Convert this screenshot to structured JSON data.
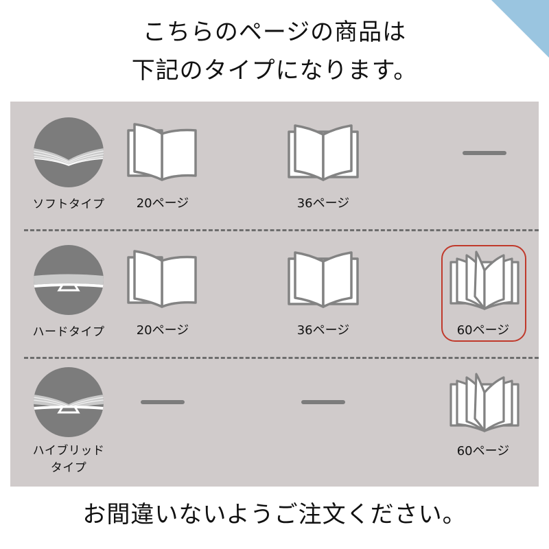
{
  "header": {
    "line1": "こちらのページの商品は",
    "line2": "下記のタイプになります。"
  },
  "decor": {
    "corner_color": "#9ac5e0",
    "panel_color": "#d0cbcb",
    "highlight_color": "#c0392b"
  },
  "rows": [
    {
      "type_label": "ソフトタイプ",
      "type_icon": "soft-binding-icon",
      "options": [
        {
          "pages": "20ページ",
          "available": true,
          "icon": "open-book-icon"
        },
        {
          "pages": "36ページ",
          "available": true,
          "icon": "open-book-icon"
        },
        {
          "pages": "—",
          "available": false,
          "icon": "not-available-dash"
        }
      ]
    },
    {
      "type_label": "ハードタイプ",
      "type_icon": "hard-binding-icon",
      "options": [
        {
          "pages": "20ページ",
          "available": true,
          "icon": "open-book-icon"
        },
        {
          "pages": "36ページ",
          "available": true,
          "icon": "open-book-icon"
        },
        {
          "pages": "60ページ",
          "available": true,
          "icon": "open-book-many-pages-icon",
          "highlighted": true
        }
      ]
    },
    {
      "type_label_line1": "ハイブリッド",
      "type_label_line2": "タイプ",
      "type_icon": "hybrid-binding-icon",
      "options": [
        {
          "pages": "—",
          "available": false,
          "icon": "not-available-dash"
        },
        {
          "pages": "—",
          "available": false,
          "icon": "not-available-dash"
        },
        {
          "pages": "60ページ",
          "available": true,
          "icon": "open-book-many-pages-icon"
        }
      ]
    }
  ],
  "footer": {
    "text": "お間違いないようご注文ください。"
  }
}
